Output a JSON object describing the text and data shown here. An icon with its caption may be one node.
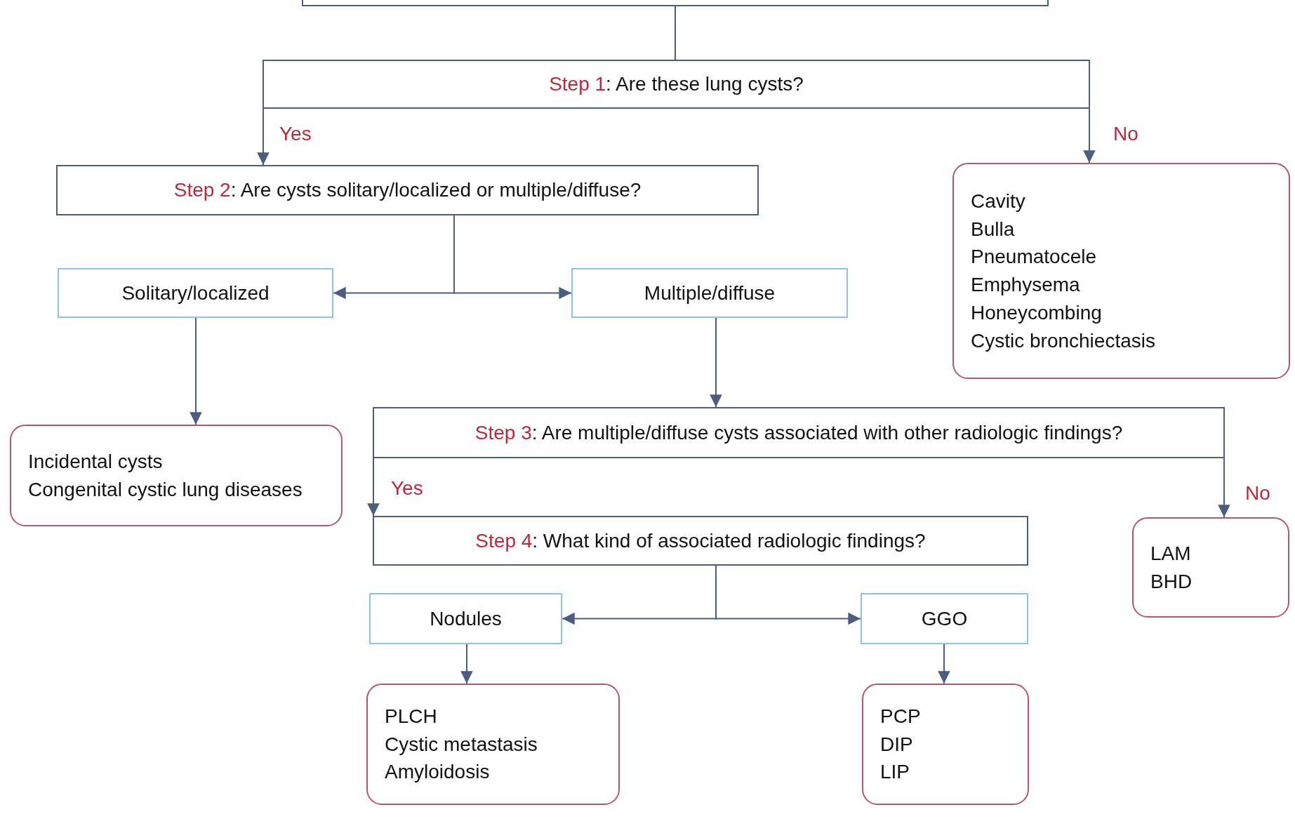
{
  "diagram": {
    "nodes": [
      {
        "text": [],
        "shape": "box"
      },
      {
        "text": [
          "Step 1",
          ": Are these lung cysts?"
        ]
      },
      {
        "text": [
          "Step 2",
          ": Are cysts solitary/localized or multiple/diffuse?"
        ]
      },
      {
        "text": [
          "Solitary/localized"
        ]
      },
      {
        "text": [
          "Multiple/diffuse"
        ]
      },
      {
        "text": [
          "Cavity",
          "Bulla",
          "Pneumatocele",
          "Emphysema",
          "Honeycombing",
          "Cystic bronchiectasis"
        ]
      },
      {
        "text": [
          "Incidental cysts",
          "Congenital cystic lung diseases"
        ]
      },
      {
        "text": [
          "Step 3",
          ": Are multiple/diffuse cysts associated with other radiologic findings?"
        ]
      },
      {
        "text": [
          "Step 4",
          ": What kind of associated radiologic findings?"
        ]
      },
      {
        "text": [
          "LAM",
          "BHD"
        ]
      },
      {
        "text": [
          "Nodules"
        ]
      },
      {
        "text": [
          "GGO"
        ]
      },
      {
        "text": [
          "PLCH",
          "Cystic metastasis",
          "Amyloidosis"
        ]
      },
      {
        "text": [
          "PCP",
          "DIP",
          "LIP"
        ]
      }
    ],
    "edges": [
      {
        "from": 0,
        "to": 1,
        "arrow": "none"
      },
      {
        "from": 1,
        "to": 2,
        "arrow": "to",
        "label": "Yes"
      },
      {
        "from": 1,
        "to": 5,
        "arrow": "to",
        "label": "No"
      },
      {
        "from": 2,
        "to": 3,
        "arrow": "to"
      },
      {
        "from": 2,
        "to": 4,
        "arrow": "to"
      },
      {
        "from": 3,
        "to": 6,
        "arrow": "to"
      },
      {
        "from": 4,
        "to": 7,
        "arrow": "to"
      },
      {
        "from": 7,
        "to": 8,
        "arrow": "to",
        "label": "Yes"
      },
      {
        "from": 7,
        "to": 9,
        "arrow": "to",
        "label": "No"
      },
      {
        "from": 8,
        "to": 10,
        "arrow": "to"
      },
      {
        "from": 8,
        "to": 11,
        "arrow": "to"
      },
      {
        "from": 10,
        "to": 12,
        "arrow": "to"
      },
      {
        "from": 11,
        "to": 13,
        "arrow": "to"
      }
    ]
  }
}
